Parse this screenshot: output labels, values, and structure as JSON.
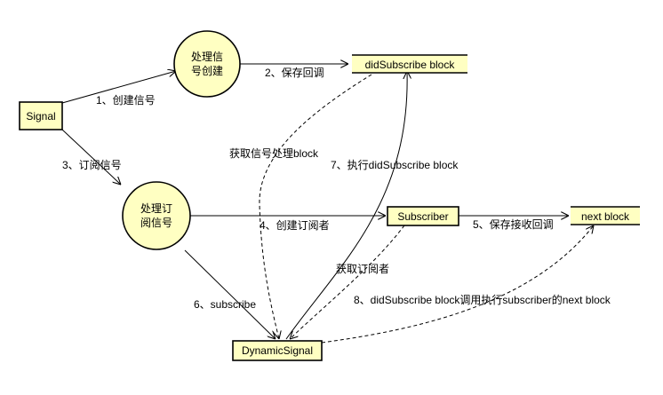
{
  "nodes": {
    "signal": "Signal",
    "create_process": [
      "处理信",
      "号创建"
    ],
    "subscribe_process": [
      "处理订",
      "阅信号"
    ],
    "did_subscribe_block": "didSubscribe block",
    "subscriber": "Subscriber",
    "next_block": "next block",
    "dynamic_signal": "DynamicSignal"
  },
  "edges": {
    "create_signal": "1、创建信号",
    "save_callback": "2、保存回调",
    "subscribe_signal": "3、订阅信号",
    "create_subscriber": "4、创建订阅者",
    "save_receive_callback": "5、保存接收回调",
    "subscribe": "6、subscribe",
    "execute_did_subscribe": "7、执行didSubscribe block",
    "did_subscribe_calls_next": "8、didSubscribe block调用执行subscriber的next block",
    "get_signal_block": "获取信号处理block",
    "get_subscriber": "获取订阅者"
  }
}
